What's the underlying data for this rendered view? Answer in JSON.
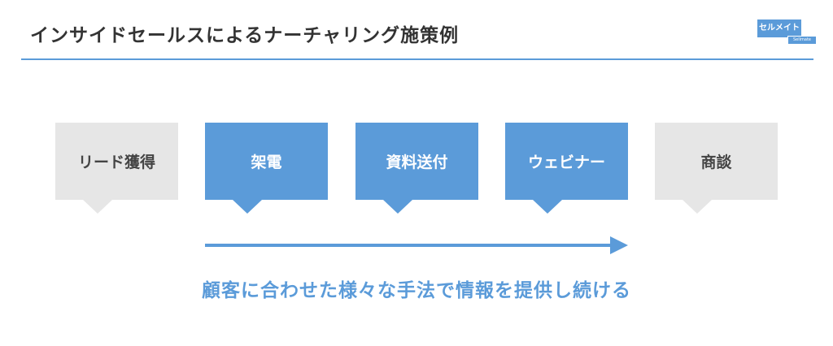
{
  "title": "インサイドセールスによるナーチャリング施策例",
  "logo": {
    "main": "セルメイト",
    "sub": "Sellmate"
  },
  "steps": [
    {
      "label": "リード獲得",
      "style": "grey"
    },
    {
      "label": "架電",
      "style": "blue"
    },
    {
      "label": "資料送付",
      "style": "blue"
    },
    {
      "label": "ウェビナー",
      "style": "blue"
    },
    {
      "label": "商談",
      "style": "grey"
    }
  ],
  "caption": "顧客に合わせた様々な手法で情報を提供し続ける",
  "colors": {
    "accent": "#5b9bd9",
    "grey": "#e6e6e6"
  }
}
